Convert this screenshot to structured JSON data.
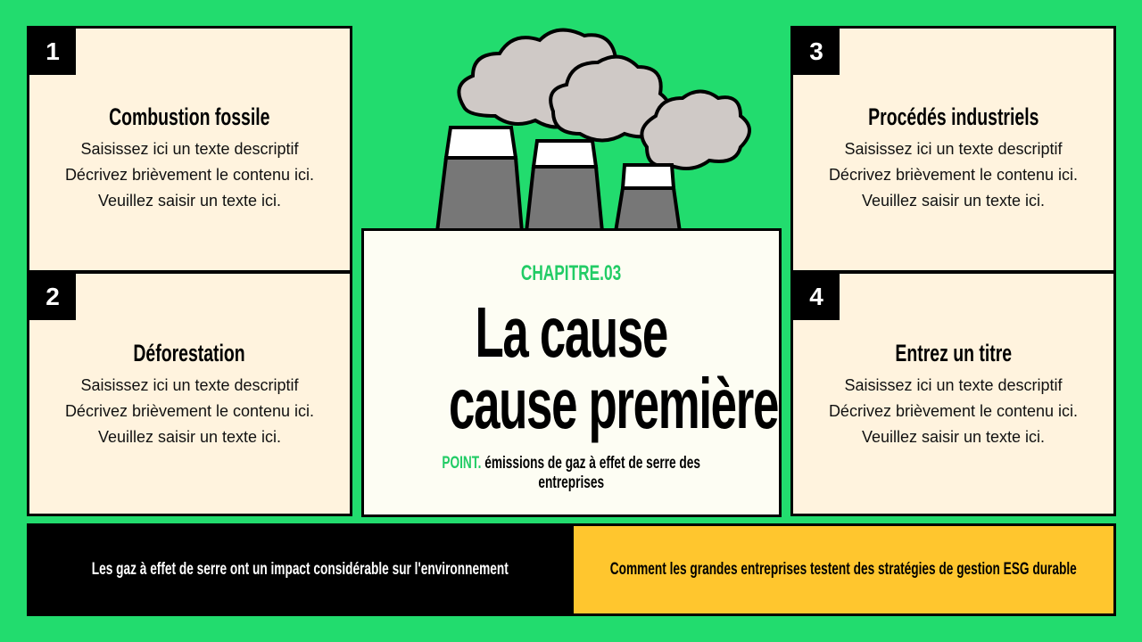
{
  "cards": [
    {
      "number": "1",
      "title": "Combustion fossile",
      "lines": [
        "Saisissez ici un texte descriptif",
        "Décrivez brièvement le contenu ici.",
        "Veuillez saisir un texte ici."
      ]
    },
    {
      "number": "2",
      "title": "Déforestation",
      "lines": [
        "Saisissez ici un texte descriptif",
        "Décrivez brièvement le contenu ici.",
        "Veuillez saisir un texte ici."
      ]
    },
    {
      "number": "3",
      "title": "Procédés industriels",
      "lines": [
        "Saisissez ici un texte descriptif",
        "Décrivez brièvement le contenu ici.",
        "Veuillez saisir un texte ici."
      ]
    },
    {
      "number": "4",
      "title": "Entrez un titre",
      "lines": [
        "Saisissez ici un texte descriptif",
        "Décrivez brièvement le contenu ici.",
        "Veuillez saisir un texte ici."
      ]
    }
  ],
  "center": {
    "chapter": "CHAPITRE.03",
    "title_line1": "La cause",
    "title_line2": "cause première",
    "point_label": "POINT.",
    "point_line1": "émissions de gaz à effet de serre des",
    "point_line2": "entreprises"
  },
  "bottom": {
    "left": "Les gaz à effet de serre ont un impact considérable sur l'environnement",
    "right": "Comment les grandes entreprises testent des stratégies de gestion ESG durable"
  },
  "colors": {
    "background": "#22dc6e",
    "card": "#fff3de",
    "accent": "#22cc66",
    "yellow": "#ffc62e"
  },
  "illustration": "factory-chimneys-smoke"
}
